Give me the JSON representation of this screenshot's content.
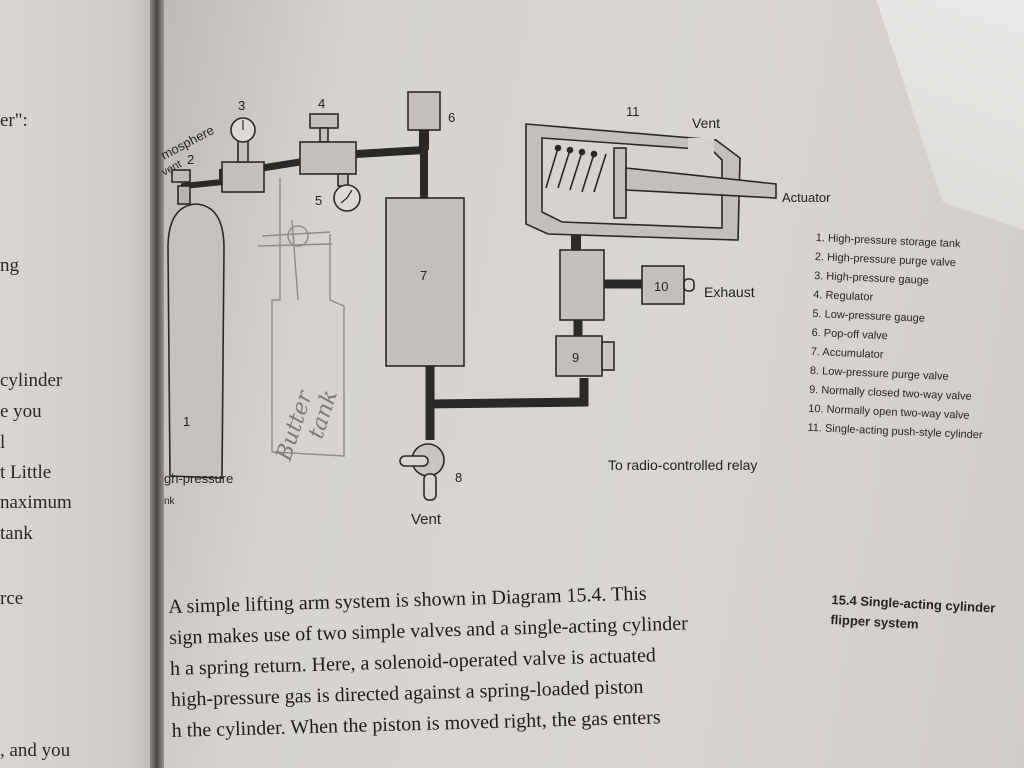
{
  "left_page": {
    "fragments": [
      "er\":",
      "ng",
      "cylinder",
      "e you",
      "l",
      "t Little",
      "naximum",
      "tank",
      "rce",
      ", and you"
    ]
  },
  "diagram": {
    "component_numbers": [
      "1",
      "2",
      "3",
      "4",
      "5",
      "6",
      "7",
      "8",
      "9",
      "10",
      "11"
    ],
    "text_labels": {
      "atmosphere": "mosphere",
      "vent_partial": "vent",
      "high_pressure": "gh-pressure",
      "tank_fragment": "nk",
      "vent_top": "Vent",
      "actuator": "Actuator",
      "exhaust": "Exhaust",
      "vent_bottom": "Vent",
      "relay": "To radio-controlled relay"
    },
    "handwritten": [
      "Butter",
      "tank"
    ]
  },
  "legend": [
    "1. High-pressure storage tank",
    "2. High-pressure purge valve",
    "3. High-pressure gauge",
    "4. Regulator",
    "5. Low-pressure gauge",
    "6. Pop-off valve",
    "7. Accumulator",
    "8. Low-pressure purge valve",
    "9. Normally closed two-way valve",
    "10. Normally open two-way valve",
    "11. Single-acting push-style cylinder"
  ],
  "caption": "15.4 Single-acting cylinder\nflipper system",
  "body_text": [
    "A simple lifting arm system is shown in Diagram 15.4. This",
    "sign makes use of two simple valves and a single-acting cylinder",
    "h a spring return. Here, a solenoid-operated valve is actuated",
    "high-pressure gas is directed against a spring-loaded piston",
    "h the cylinder. When the piston is moved right, the gas enters"
  ]
}
